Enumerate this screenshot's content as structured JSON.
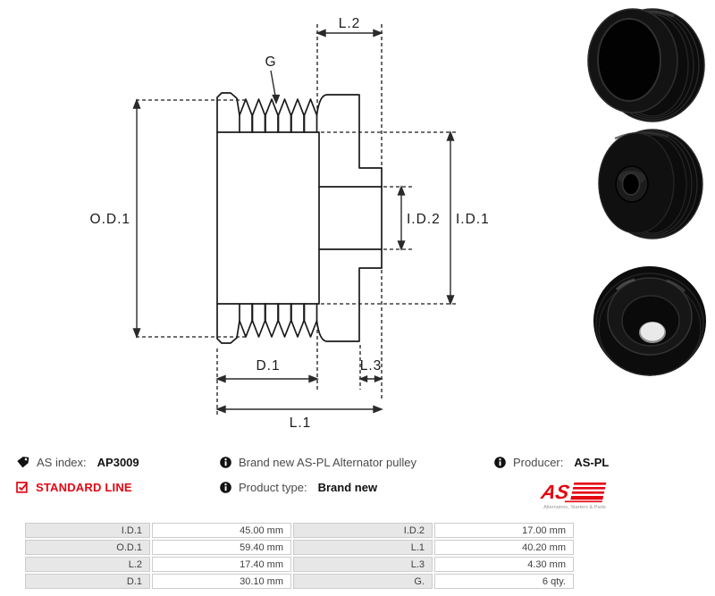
{
  "drawing": {
    "labels": {
      "g": "G",
      "l2": "L.2",
      "od1": "O.D.1",
      "id2": "I.D.2",
      "id1": "I.D.1",
      "d1": "D.1",
      "l3": "L.3",
      "l1": "L.1"
    }
  },
  "info": {
    "as_index": {
      "label": "AS index:",
      "value": "AP3009"
    },
    "standard_line": "STANDARD LINE",
    "description": "Brand new AS-PL Alternator pulley",
    "product_type": {
      "label": "Product type:",
      "value": "Brand new"
    },
    "producer": {
      "label": "Producer:",
      "value": "AS-PL"
    },
    "logo": {
      "text": "AS",
      "tagline": "Alternators, Starters & Parts"
    }
  },
  "colors": {
    "accent_red": "#e30613",
    "line": "#1a1a1a",
    "table_label_bg": "#e7e7e7",
    "table_border": "#cccccc"
  },
  "spec_table": {
    "rows": [
      {
        "label1": "I.D.1",
        "value1": "45.00 mm",
        "label2": "I.D.2",
        "value2": "17.00 mm"
      },
      {
        "label1": "O.D.1",
        "value1": "59.40 mm",
        "label2": "L.1",
        "value2": "40.20 mm"
      },
      {
        "label1": "L.2",
        "value1": "17.40 mm",
        "label2": "L.3",
        "value2": "4.30 mm"
      },
      {
        "label1": "D.1",
        "value1": "30.10 mm",
        "label2": "G.",
        "value2": "6 qty."
      }
    ]
  }
}
